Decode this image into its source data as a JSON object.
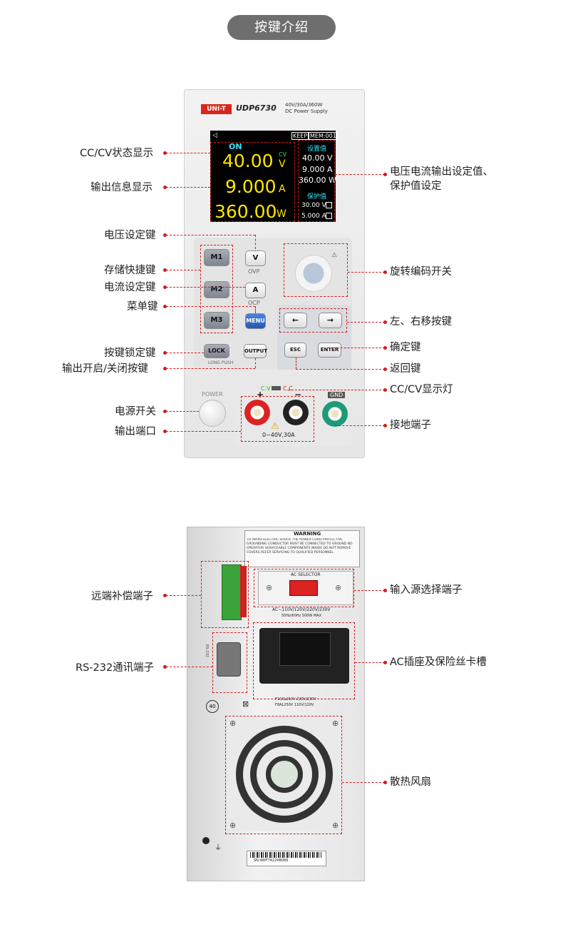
{
  "page": {
    "title": "按键介绍"
  },
  "front_labels": {
    "cc_cv_status": "CC/CV状态显示",
    "output_info": "输出信息显示",
    "voltage_set_key": "电压设定键",
    "memory_keys": "存储快捷键",
    "current_set_key": "电流设定键",
    "menu_key": "菜单键",
    "lock_key": "按键锁定键",
    "output_key": "输出开启/关闭按键",
    "power_switch": "电源开关",
    "output_port": "输出端口",
    "setpoint_display": "电压电流输出设定值、",
    "setpoint_display_2": "保护值设定",
    "rotary_encoder": "旋转编码开关",
    "arrow_keys": "左、右移按键",
    "confirm_key": "确定键",
    "back_key": "返回键",
    "cc_cv_lamp": "CC/CV显示灯",
    "ground_terminal": "接地端子"
  },
  "rear_labels": {
    "remote_sense": "远端补偿端子",
    "rs232": "RS-232通讯端子",
    "input_selector": "输入源选择端子",
    "ac_socket": "AC插座及保险丝卡槽",
    "fan": "散热风扇"
  },
  "device": {
    "brand": "UNI-T",
    "model": "UDP6730",
    "spec_1": "40V/30A/360W",
    "spec_2": "DC Power Supply",
    "screen": {
      "keep": "KEEP",
      "mem": "MEM:001",
      "state": "ON",
      "mode": "CV",
      "voltage": "40.00",
      "voltage_unit": "V",
      "current": "9.000",
      "current_unit": "A",
      "power": "360.00",
      "power_unit": "W",
      "set_title": "设置值",
      "set_v": "40.00 V",
      "set_a": "9.000 A",
      "set_w": "360.00 W",
      "prot_title": "保护值",
      "prot_v": "30.00 V",
      "prot_a": "5.000 A"
    },
    "keys": {
      "m1": "M1",
      "m2": "M2",
      "m3": "M3",
      "v": "V",
      "ovp": "OVP",
      "a": "A",
      "ocp": "OCP",
      "menu": "MENU",
      "lock": "LOCK",
      "long_push": "LONG PUSH",
      "output": "OUTPUT",
      "esc": "ESC",
      "enter": "ENTER",
      "left": "←",
      "right": "→"
    },
    "power": "POWER",
    "cc_ind": "C.V",
    "cv_ind": "C.C",
    "plus": "+",
    "minus": "−",
    "range": "0~40V,30A",
    "gnd": "GND"
  },
  "rear": {
    "warning_title": "WARNING",
    "warning_text": "TO AVOID ELECTRIC SHOCK THE POWER CORD PROTECTIVE GROUNDING CONDUCTOR MUST BE CONNECTED TO GROUND NO OPERATOR SERVICEABLE COMPONENTS INSIDE DO NOT REMOVE COVERS REFER SERVICING TO QUALIFIED PERSONNEL",
    "ac_selector": "AC SELECTOR",
    "ac_rating": "AC~110V/120V/220V/230V",
    "ac_rating_2": "50Hz/60Hz 500W MAX",
    "fuse_1": "F10AL250V 220V/230V",
    "fuse_2": "F8AL250V 110V/120V",
    "serial": "SN:AWF74224B066",
    "rs232_side": "RS-232"
  }
}
